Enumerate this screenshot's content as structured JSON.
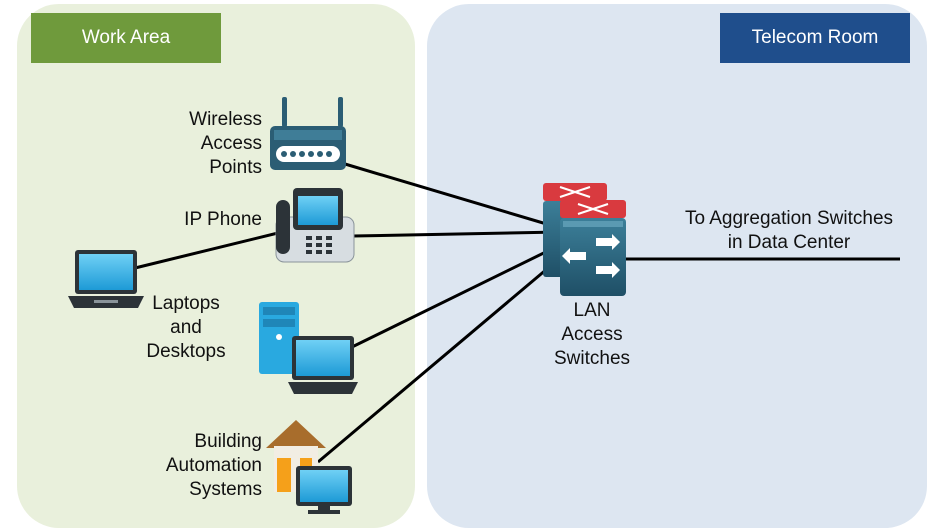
{
  "zones": {
    "work_area": "Work Area",
    "telecom_room": "Telecom Room"
  },
  "devices": {
    "wireless": [
      "Wireless",
      "Access",
      "Points"
    ],
    "ip_phone": "IP Phone",
    "laptops": [
      "Laptops",
      "and",
      "Desktops"
    ],
    "building": [
      "Building",
      "Automation",
      "Systems"
    ],
    "switches": [
      "LAN",
      "Access",
      "Switches"
    ]
  },
  "uplink": [
    "To Aggregation Switches",
    "in Data Center"
  ],
  "colors": {
    "work_panel": "#e9f0dc",
    "telecom_panel": "#dde6f1",
    "work_tag": "#6f9a3c",
    "telecom_tag": "#1f4e8c",
    "device_blue": "#29a9e0",
    "device_dark": "#2b5d74",
    "switch_red": "#d93a3f"
  }
}
